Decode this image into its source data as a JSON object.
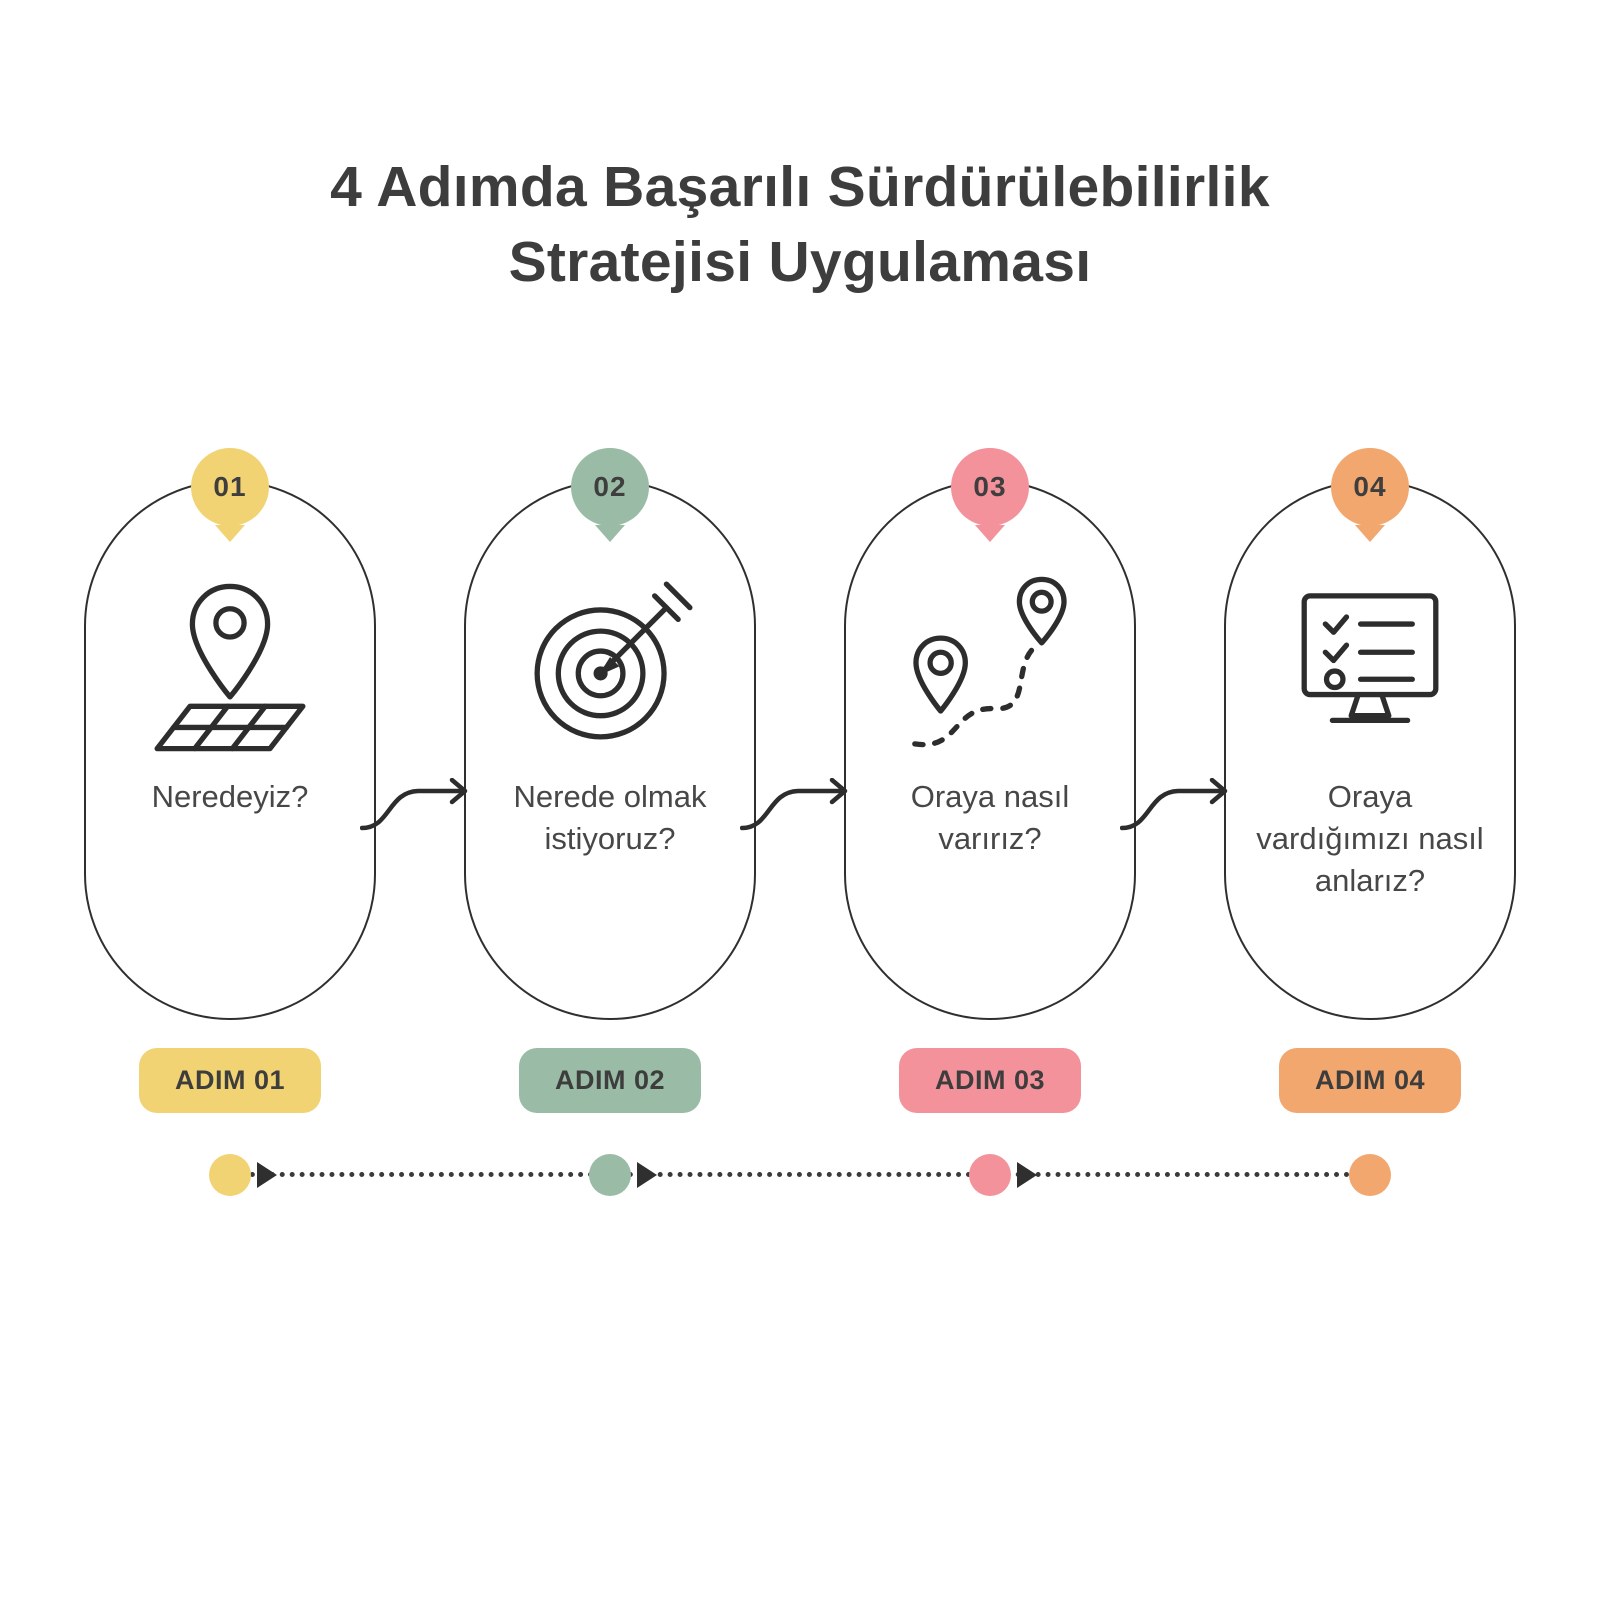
{
  "title": "4 Adımda Başarılı Sürdürülebilirlik Stratejisi Uygulaması",
  "ink_color": "#2f2f2f",
  "steps": [
    {
      "number": "01",
      "question": "Neredeyiz?",
      "label": "ADIM 01",
      "color": "#F2D373",
      "icon": "map-location-pin-icon"
    },
    {
      "number": "02",
      "question": "Nerede olmak istiyoruz?",
      "label": "ADIM 02",
      "color": "#9ABCA6",
      "icon": "target-arrow-icon"
    },
    {
      "number": "03",
      "question": "Oraya nasıl varırız?",
      "label": "ADIM 03",
      "color": "#F4929C",
      "icon": "route-pins-icon"
    },
    {
      "number": "04",
      "question": "Oraya vardığımızı nasıl anlarız?",
      "label": "ADIM 04",
      "color": "#F2A76E",
      "icon": "monitor-checklist-icon"
    }
  ]
}
